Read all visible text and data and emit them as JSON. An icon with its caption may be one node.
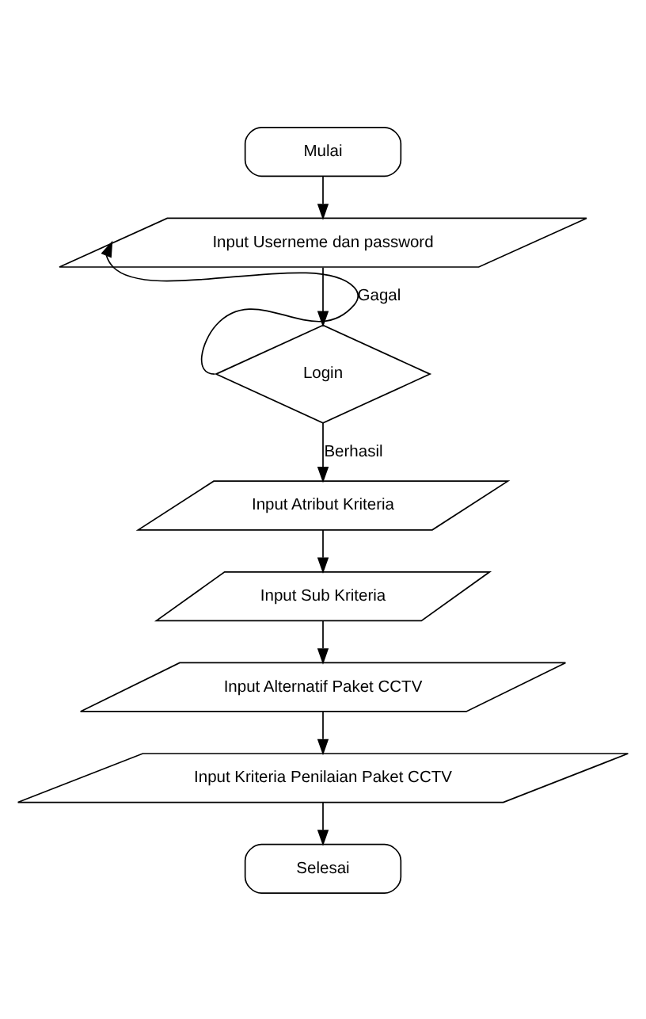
{
  "diagram": {
    "nodes": [
      {
        "text": [
          "Mulai"
        ]
      },
      {
        "text": [
          "Input Userneme dan password"
        ]
      },
      {
        "text": [
          "Login"
        ]
      },
      {
        "text": [
          "Input Atribut Kriteria"
        ]
      },
      {
        "text": [
          "Input Sub Kriteria"
        ]
      },
      {
        "text": [
          "Input Alternatif Paket CCTV"
        ]
      },
      {
        "text": [
          "Input Kriteria Penilaian Paket CCTV"
        ]
      },
      {
        "text": [
          "Selesai"
        ]
      }
    ],
    "edges": [
      {
        "from": 0,
        "to": 1,
        "arrow": "to"
      },
      {
        "from": 1,
        "to": 2,
        "arrow": "to"
      },
      {
        "from": 2,
        "to": 1,
        "arrow": "to",
        "label": "Gagal"
      },
      {
        "from": 2,
        "to": 3,
        "arrow": "to",
        "label": "Berhasil"
      },
      {
        "from": 3,
        "to": 4,
        "arrow": "to"
      },
      {
        "from": 4,
        "to": 5,
        "arrow": "to"
      },
      {
        "from": 5,
        "to": 6,
        "arrow": "to"
      },
      {
        "from": 6,
        "to": 7,
        "arrow": "to"
      }
    ]
  }
}
